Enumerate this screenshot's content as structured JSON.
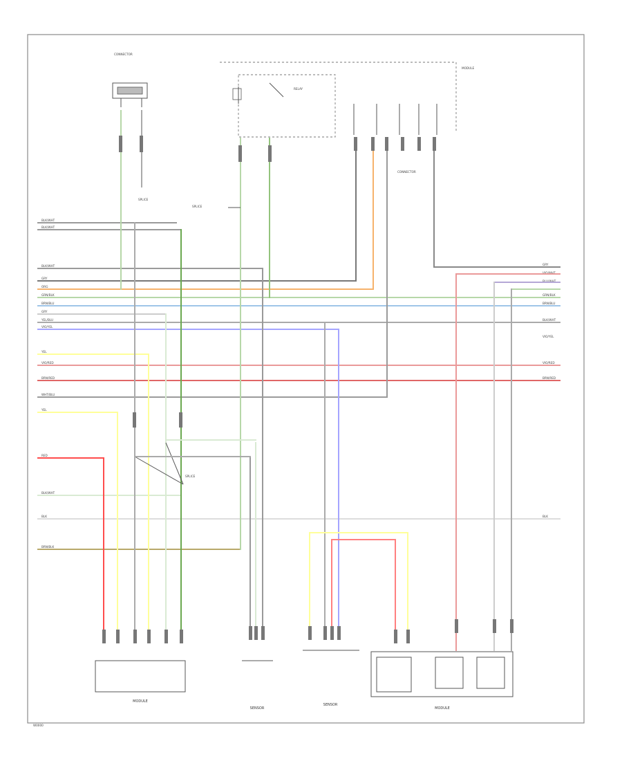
{
  "diagram": {
    "components": {
      "left_connector": "CONNECTOR",
      "left_splice_top": "SPLICE",
      "left_splice_mid": "SPLICE",
      "relay": "RELAY",
      "right_module": "MODULE",
      "bottom_left": "MODULE",
      "bottom_mid_left": "SENSOR",
      "bottom_mid_right": "SENSOR",
      "bottom_right": "MODULE"
    },
    "wire_labels": {
      "left": [
        "BLK/WHT",
        "BLK/WHT",
        "BLK/WHT",
        "GRY",
        "ORG",
        "GRN/BLK",
        "BRN/BLU",
        "GRY",
        "YEL/BLU",
        "VIO/YEL",
        "YEL",
        "VIO/RED",
        "BRN/RED",
        "WHT/BLU",
        "YEL",
        "RED",
        "BLK/WHT",
        "BLK",
        "BRN/BLK"
      ],
      "right": [
        "GRY",
        "VIO/WHT",
        "BLU/WHT",
        "GRN/BLK",
        "BRN/BLU",
        "BLK/WHT",
        "VIO/YEL",
        "VIO/RED",
        "BRN/RED",
        "BLK"
      ]
    },
    "page_code": "W0000"
  }
}
